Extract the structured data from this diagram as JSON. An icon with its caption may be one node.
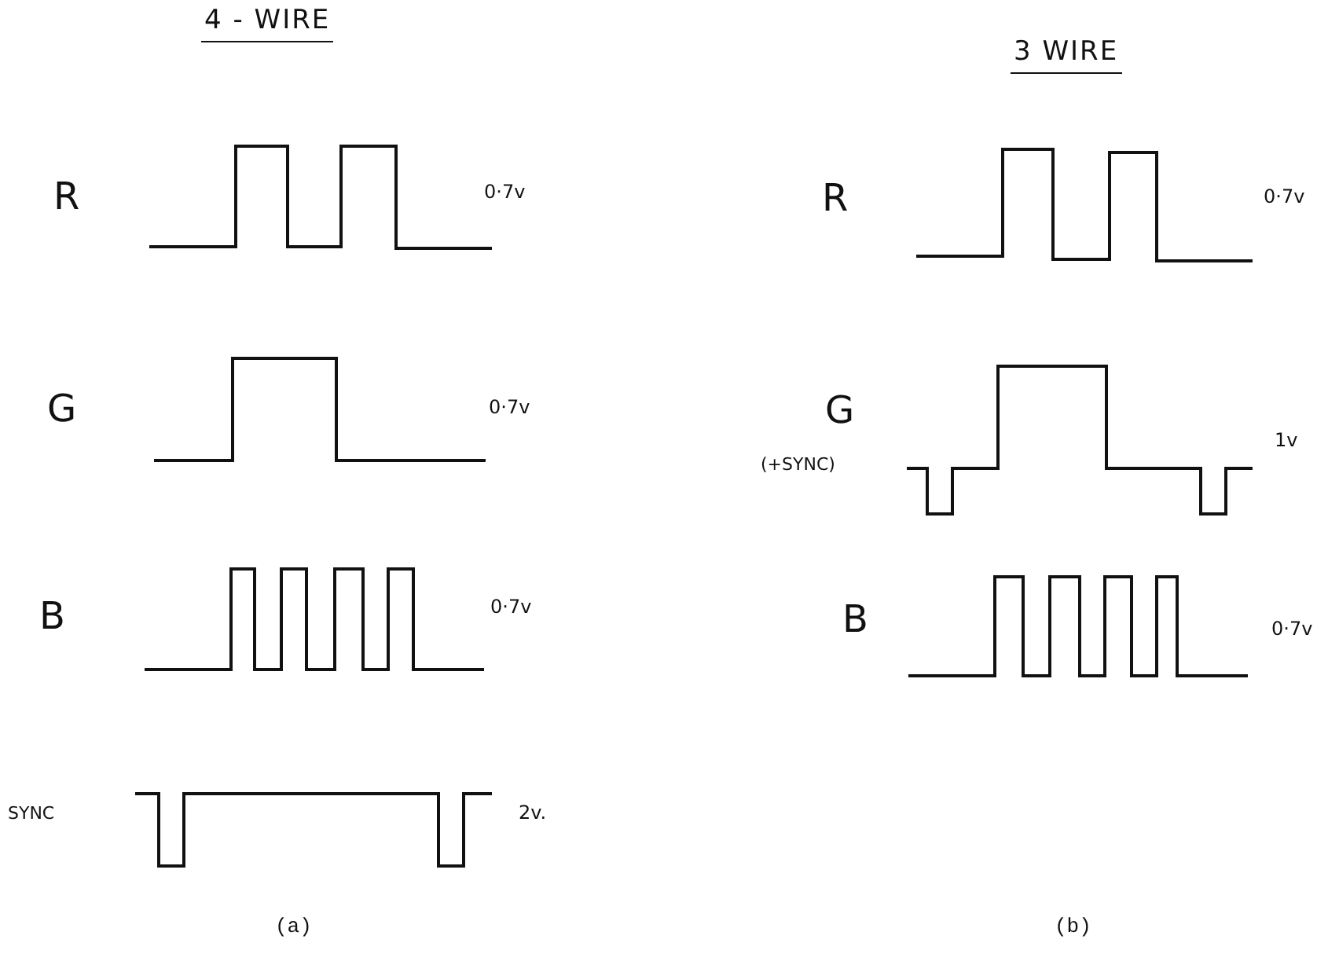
{
  "diagram": {
    "labels": [
      "4 - WIRE",
      "3 WIRE",
      "R",
      "0·7v",
      "R",
      "0·7v",
      "G",
      "0·7v",
      "G",
      "1v",
      "(+SYNC)",
      "B",
      "0·7v",
      "B",
      "0·7v",
      "SYNC",
      "2v.",
      "(a)",
      "(b)"
    ]
  }
}
